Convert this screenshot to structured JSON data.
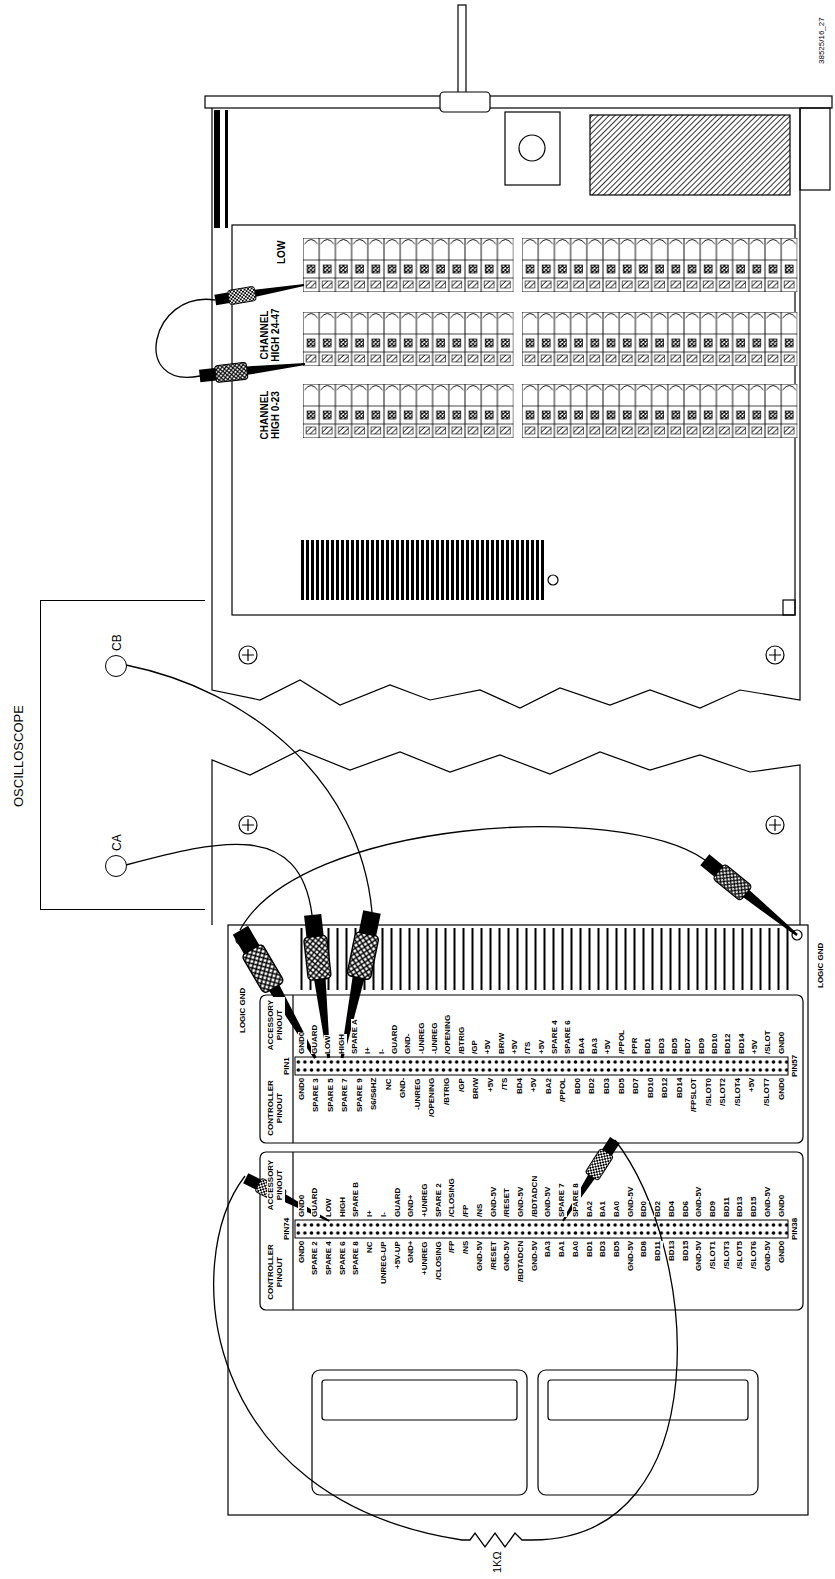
{
  "diagram": {
    "nodes": [
      {
        "text": [
          "OSCILLOSCOPE"
        ]
      },
      {
        "text": [
          "CB"
        ],
        "in": 0
      },
      {
        "text": [
          "CA"
        ],
        "in": 0
      }
    ],
    "labels": [
      "38525/16_27",
      "LOW",
      "CHANNEL HIGH 24-47",
      "CHANNEL HIGH 0-23",
      "LOGIC GND",
      "LOGIC GND",
      "ACCESSORY PINOUT",
      "PIN1",
      "GND0",
      "GUARD",
      "LOW",
      "HIGH",
      "SPARE A",
      "I+",
      "I-",
      "GUARD",
      "GND-",
      "-UNREG",
      "-UNREG",
      "/OPENING",
      "/BTRIG",
      "/GP",
      "+5V",
      "BR/W",
      "+5V",
      "/TS",
      "+5V",
      "SPARE 4",
      "SPARE 6",
      "BA4",
      "BA3",
      "+5V",
      "/PPOL",
      "PPR",
      "BD1",
      "BD3",
      "BD5",
      "BD7",
      "BD9",
      "BD10",
      "BD12",
      "BD14",
      "+5V",
      "/SLOT",
      "GND0",
      "PIN57",
      "CONTROLLER PINOUT",
      "GND0",
      "SPARE 3",
      "SPARE 5",
      "SPARE 7",
      "SPARE 9",
      "S6/S6HZ",
      "NC",
      "GND-",
      "-UNREG",
      "/OPENING",
      "/BTRIG",
      "/GP",
      "BR/W",
      "+5V",
      "/TS",
      "BD4",
      "+5V",
      "BA2",
      "/PPOL",
      "BD0",
      "BD2",
      "BD3",
      "BD5",
      "BD7",
      "BD10",
      "BD12",
      "BD14",
      "/FPSLOT",
      "/SLOT0",
      "/SLOT2",
      "/SLOT4",
      "+5V",
      "/SLOT7",
      "GND0",
      "ACCESSORY PINOUT",
      "PIN74",
      "GND0",
      "GUARD",
      "LOW",
      "HIGH",
      "SPARE B",
      "I+",
      "I-",
      "GUARD",
      "GND+",
      "+UNREG",
      "SPARE 2",
      "/CLOSING",
      "/FP",
      "/NS",
      "GND-5V",
      "/RESET",
      "GND-5V",
      "/BDTADCN",
      "GND-5V",
      "SPARE 7",
      "SPARE 8",
      "BA2",
      "BA1",
      "BA0",
      "GND-5V",
      "BD0",
      "BD2",
      "BD4",
      "BD6",
      "GND-5V",
      "BD9",
      "BD11",
      "BD13",
      "BD15",
      "GND-5V",
      "GND0",
      "PIN38",
      "CONTROLLER PINOUT",
      "GND0",
      "SPARE 2",
      "SPARE 4",
      "SPARE 6",
      "SPARE 8",
      "NC",
      "UNREG-UP",
      "+5V-UP",
      "GND+",
      "+UNREG",
      "/CLOSING",
      "/FP",
      "/NS",
      "GND-5V",
      "/RESET",
      "GND-5V",
      "/BDTADCN",
      "GND-5V",
      "BA3",
      "BA1",
      "BA0",
      "BD1",
      "BD3",
      "BD5",
      "GND-5V",
      "BD8",
      "BD11",
      "BD13",
      "BD15",
      "GND-5V",
      "/SLOT1",
      "/SLOT3",
      "/SLOT5",
      "/SLOT6",
      "GND-5V",
      "GND0",
      "1KΩ"
    ]
  }
}
